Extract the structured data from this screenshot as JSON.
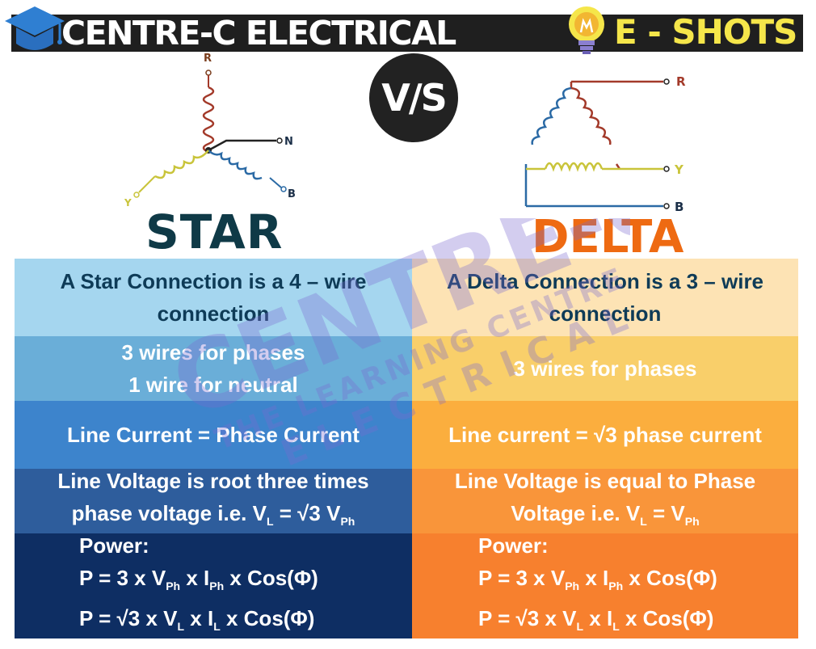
{
  "header": {
    "brand": "CENTRE-C ELECTRICAL",
    "series": "E - SHOTS",
    "brand_color": "#1f1f1f",
    "accent_color": "#f5e64a"
  },
  "icons": {
    "cap": "graduation-cap-icon",
    "bulb": "light-bulb-icon"
  },
  "vs_label": "V/S",
  "star": {
    "title": "STAR",
    "diagram_labels": {
      "r": "R",
      "n": "N",
      "b": "B",
      "y": "Y"
    },
    "title_color": "#0f3a47"
  },
  "delta": {
    "title": "DELTA",
    "diagram_labels": {
      "r": "R",
      "y": "Y",
      "b": "B"
    },
    "title_color": "#ee6a12"
  },
  "comparison": [
    {
      "star": "A Star Connection is a 4 – wire\nconnection",
      "delta": "A Delta Connection is a 3 – wire\nconnection"
    },
    {
      "star": "3 wires for phases\n1 wire for neutral",
      "delta": "3 wires for phases"
    },
    {
      "star": "Line Current = Phase Current",
      "delta": "Line current = √3 phase current"
    },
    {
      "star_line1_prefix": "Line Voltage is root three times",
      "star_line2_prefix": "phase voltage i.e. V",
      "star_sub_l": "L",
      "star_line2_mid": " = √3 V",
      "star_sub_ph": "Ph",
      "delta_line1": "Line Voltage is equal to Phase",
      "delta_line2_prefix": "Voltage i.e. V",
      "delta_sub_l": "L",
      "delta_line2_mid": " = V",
      "delta_sub_ph": "Ph"
    },
    {
      "power_label": "Power:",
      "star_p1a": "P = 3 x V",
      "star_p1_sub1": "Ph",
      "star_p1b": " x I",
      "star_p1_sub2": "Ph",
      "star_p1c": " x Cos(Φ)",
      "star_p2a": "P = √3 x V",
      "star_p2_sub1": "L",
      "star_p2b": " x I",
      "star_p2_sub2": "L",
      "star_p2c": " x Cos(Φ)",
      "delta_p1a": "P = 3 x V",
      "delta_p1_sub1": "Ph",
      "delta_p1b": " x I",
      "delta_p1_sub2": "Ph",
      "delta_p1c": " x Cos(Φ)",
      "delta_p2a": "P = √3 x V",
      "delta_p2_sub1": "L",
      "delta_p2b": " x I",
      "delta_p2_sub2": "L",
      "delta_p2c": " x Cos(Φ)"
    }
  ],
  "watermark": {
    "line1": "CENTRE-C",
    "line2": "THE LEARNING CENTRE",
    "line3": "ELECTRICAL"
  }
}
